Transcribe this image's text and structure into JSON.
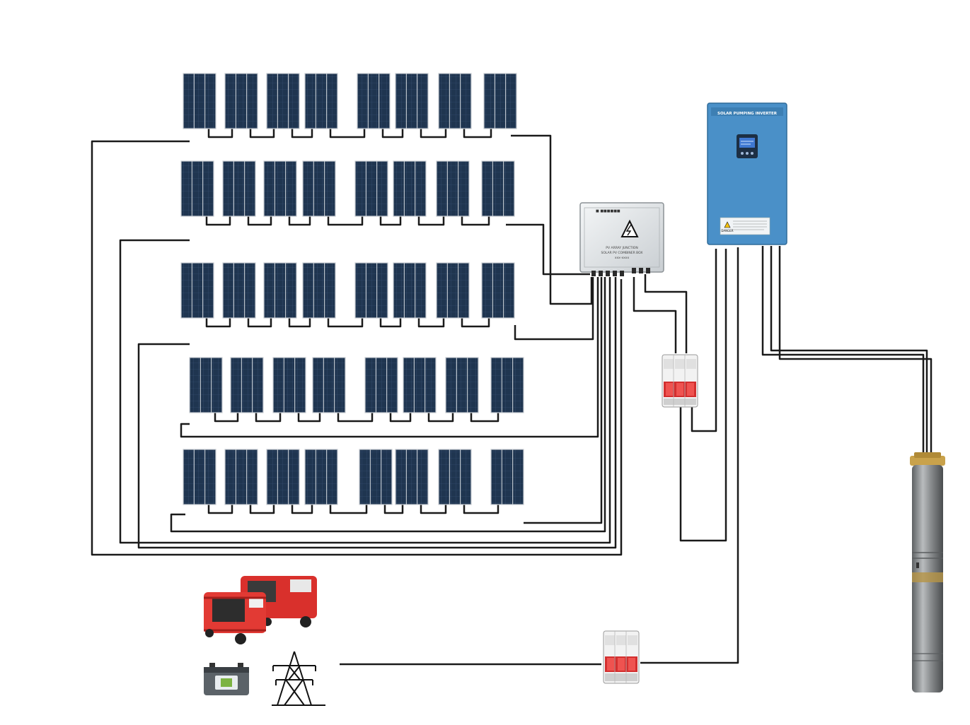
{
  "diagram": {
    "panel_array": {
      "rows": 5,
      "panels_per_row": 8
    },
    "inverter": {
      "title": "SOLAR PUMPING INVERTER",
      "warning_label": "DANGER",
      "body_color": "#4a90c8"
    },
    "combiner_box": {
      "label_lines": [
        "PV ARRAY JUNCTION",
        "SOLAR PV COMBINER BOX",
        "xxx-xxxx"
      ]
    },
    "breakers": {
      "count": 2,
      "accent_color": "#e53935"
    },
    "wire_color": "#1a1a1a",
    "panel_color": "#1f3550",
    "backup_sources": [
      "generator",
      "battery",
      "power-grid"
    ],
    "pump": {
      "body_color": "#8a8d8f",
      "top_color": "#c9a24b"
    }
  }
}
